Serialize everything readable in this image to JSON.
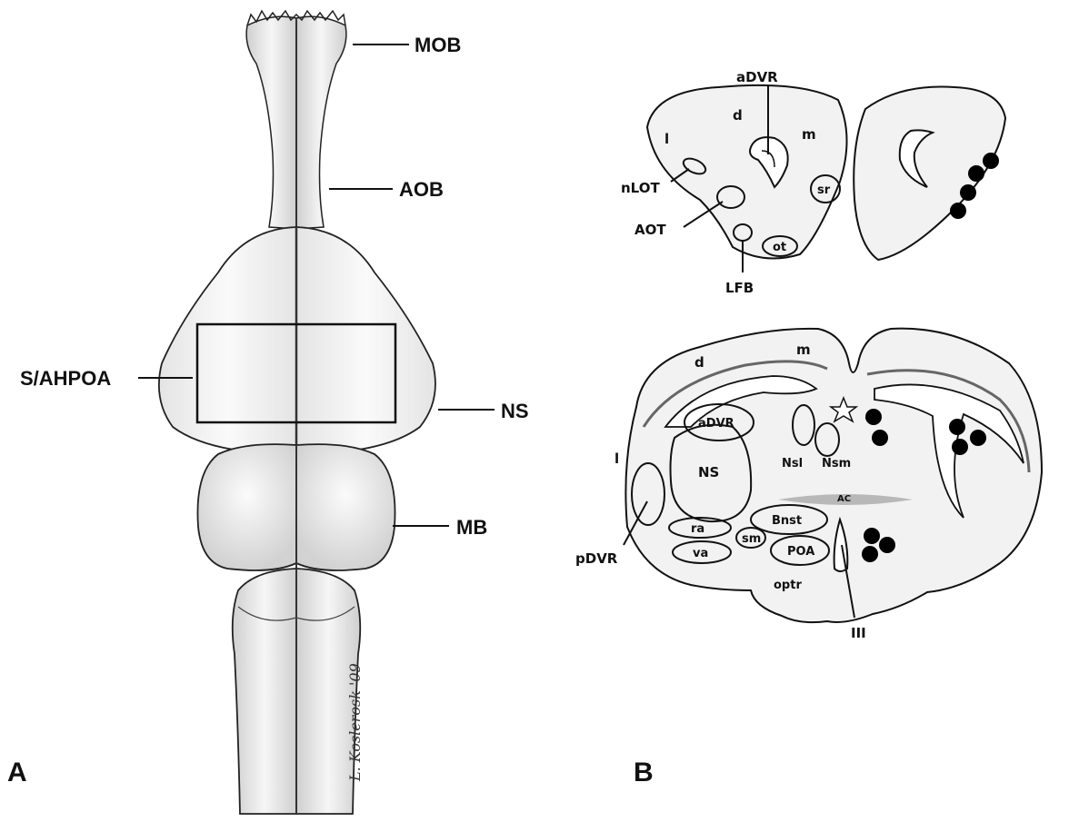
{
  "panel_a": {
    "panel_label": "A",
    "labels": {
      "mob": "MOB",
      "aob": "AOB",
      "s_ahpoa": "S/AHPOA",
      "ns": "NS",
      "mb": "MB"
    },
    "signature": "L. Koslerosk '09"
  },
  "panel_b": {
    "panel_label": "B",
    "top_section": {
      "advr": "aDVR",
      "d": "d",
      "m": "m",
      "l": "l",
      "nlot": "nLOT",
      "aot": "AOT",
      "sr": "sr",
      "ot": "ot",
      "lfb": "LFB"
    },
    "bottom_section": {
      "m": "m",
      "d": "d",
      "advr": "aDVR",
      "ns": "NS",
      "l": "l",
      "nsl": "Nsl",
      "nsm": "Nsm",
      "ac": "AC",
      "ra": "ra",
      "sm": "sm",
      "bnst": "Bnst",
      "va": "va",
      "poa": "POA",
      "optr": "optr",
      "pdvr": "pDVR",
      "iii": "III"
    }
  },
  "colors": {
    "ink": "#111111",
    "tissue": "#f1f1f1",
    "tissue_shade": "#d9d9d9",
    "ac_band": "#b8b8b8"
  }
}
